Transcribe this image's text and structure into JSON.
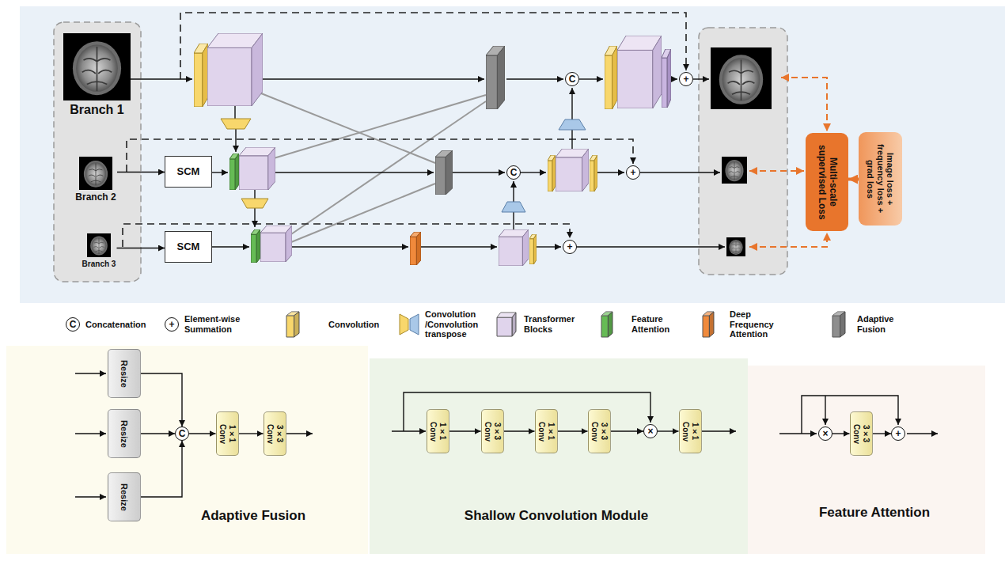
{
  "diagram": {
    "nodes": [
      {
        "text": [
          "Branch 1"
        ]
      },
      {
        "text": [
          "C"
        ]
      },
      {
        "text": [
          "+"
        ]
      },
      {
        "text": [
          "Branch 2"
        ]
      },
      {
        "text": [
          "SCM"
        ]
      },
      {
        "text": [
          "C"
        ]
      },
      {
        "text": [
          "+"
        ]
      },
      {
        "text": [
          "Multi-scale supervised Loss"
        ]
      },
      {
        "text": [
          "Image loss + frequency loss + grad loss"
        ]
      },
      {
        "text": [
          "Branch 3"
        ]
      },
      {
        "text": [
          "SCM"
        ]
      },
      {
        "text": [
          "+"
        ]
      },
      {
        "text": [
          "Adaptive Fusion"
        ]
      },
      {
        "text": [
          "Resize"
        ],
        "in": 12
      },
      {
        "text": [
          "Resize"
        ],
        "in": 12
      },
      {
        "text": [
          "Resize"
        ],
        "in": 12
      },
      {
        "text": [
          "C"
        ],
        "in": 12
      },
      {
        "text": [
          "1×1 Conv"
        ],
        "in": 12
      },
      {
        "text": [
          "3×3 Conv"
        ],
        "in": 12
      },
      {
        "text": [
          "Shallow Convolution Module"
        ]
      },
      {
        "text": [
          "1×1 Conv"
        ],
        "in": 19
      },
      {
        "text": [
          "3×3 Conv"
        ],
        "in": 19
      },
      {
        "text": [
          "1×1 Conv"
        ],
        "in": 19
      },
      {
        "text": [
          "3×3 Conv"
        ],
        "in": 19
      },
      {
        "text": [
          "×"
        ],
        "in": 19
      },
      {
        "text": [
          "1×1 Conv"
        ],
        "in": 19
      },
      {
        "text": [
          "Feature Attention"
        ]
      },
      {
        "text": [
          "×"
        ],
        "in": 26
      },
      {
        "text": [
          "3×3 Conv"
        ],
        "in": 26
      },
      {
        "text": [
          "+"
        ],
        "in": 26
      }
    ],
    "edges": [
      {
        "from": 3,
        "to": 4,
        "arrow": "to"
      },
      {
        "from": 9,
        "to": 10,
        "arrow": "to"
      },
      {
        "from": 8,
        "to": 7,
        "arrow": "to"
      },
      {
        "from": 13,
        "to": 16,
        "arrow": "to"
      },
      {
        "from": 14,
        "to": 16,
        "arrow": "to"
      },
      {
        "from": 15,
        "to": 16,
        "arrow": "to"
      },
      {
        "from": 16,
        "to": 17,
        "arrow": "to"
      },
      {
        "from": 17,
        "to": 18,
        "arrow": "to"
      },
      {
        "from": 20,
        "to": 21,
        "arrow": "to"
      },
      {
        "from": 21,
        "to": 22,
        "arrow": "to"
      },
      {
        "from": 22,
        "to": 23,
        "arrow": "to"
      },
      {
        "from": 23,
        "to": 24,
        "arrow": "to"
      },
      {
        "from": 24,
        "to": 25,
        "arrow": "to"
      },
      {
        "from": 27,
        "to": 28,
        "arrow": "to"
      },
      {
        "from": 28,
        "to": 29,
        "arrow": "to"
      }
    ],
    "labels": [
      "C",
      "+"
    ],
    "legend": [
      {
        "text": "Concatenation"
      },
      {
        "text": "Element-wise Summation"
      },
      {
        "text": "Convolution",
        "color": "#f8d76c"
      },
      {
        "text": "Convolution /Convolution transpose"
      },
      {
        "text": "Transformer Blocks",
        "color": "#e0d4ec"
      },
      {
        "text": "Feature Attention",
        "color": "#66bb55"
      },
      {
        "text": "Deep Frequency Attention",
        "color": "#f08a3c"
      },
      {
        "text": "Adaptive Fusion",
        "color": "#8e8e8e"
      }
    ]
  }
}
